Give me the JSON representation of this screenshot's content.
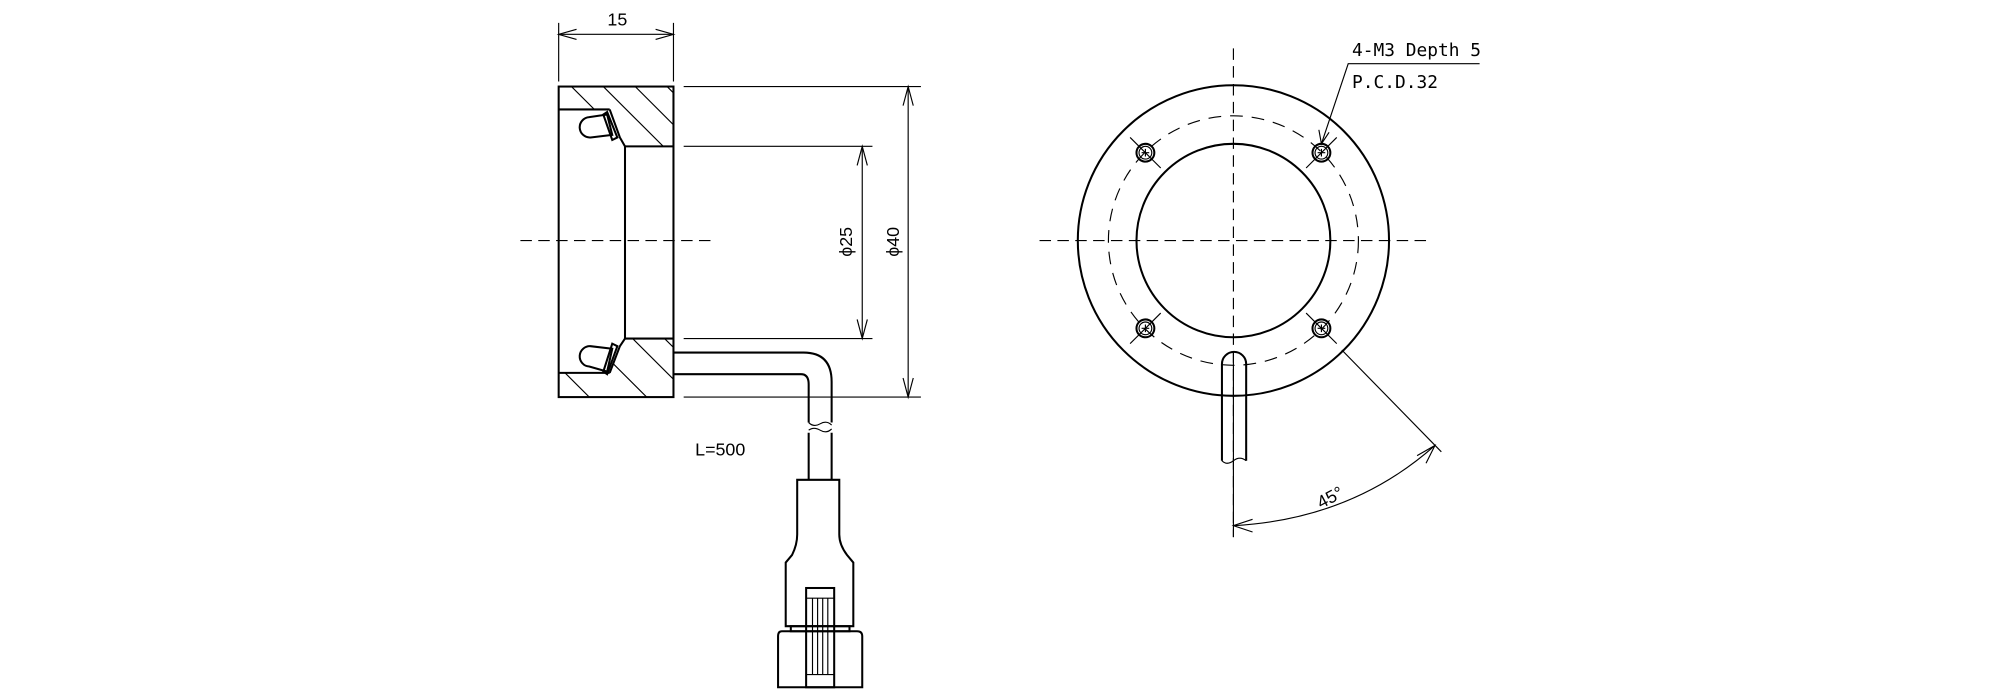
{
  "side_view": {
    "width_dim": "15",
    "inner_dia_dim": "ϕ25",
    "outer_dia_dim": "ϕ40",
    "cable_length": "L=500"
  },
  "front_view": {
    "hole_note": "4-M3 Depth 5",
    "pcd_note": "P.C.D.32",
    "angle_dim": "45°"
  },
  "colors": {
    "line": "#000000",
    "background": "#ffffff"
  }
}
